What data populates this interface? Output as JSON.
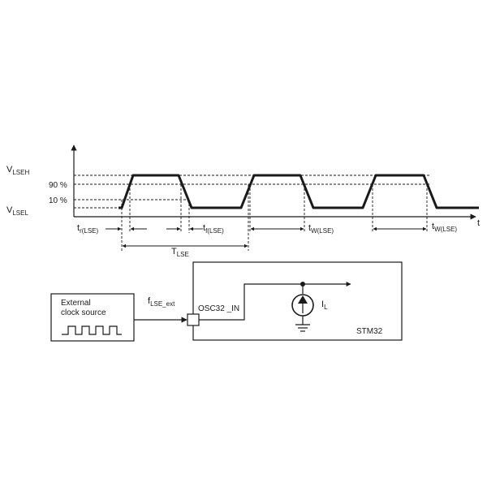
{
  "timing": {
    "v_high": {
      "main": "V",
      "sub": "LSEH"
    },
    "v_low": {
      "main": "V",
      "sub": "LSEL"
    },
    "pct_90": "90 %",
    "pct_10": "10 %",
    "t_axis": "t",
    "tr": {
      "main": "t",
      "sub": "r(LSE)"
    },
    "tf": {
      "main": "t",
      "sub": "f(LSE)"
    },
    "tw1": {
      "main": "t",
      "sub": "W(LSE)"
    },
    "tw2": {
      "main": "t",
      "sub": "W(LSE)"
    },
    "period": {
      "main": "T",
      "sub": "LSE"
    }
  },
  "circuit": {
    "ext_source_line1": "External",
    "ext_source_line2": "clock source",
    "f_label": {
      "main": "f",
      "sub": "LSE_ext"
    },
    "pin_label": "OSC32 _IN",
    "current": {
      "main": "I",
      "sub": "L"
    },
    "chip_label": "STM32"
  }
}
